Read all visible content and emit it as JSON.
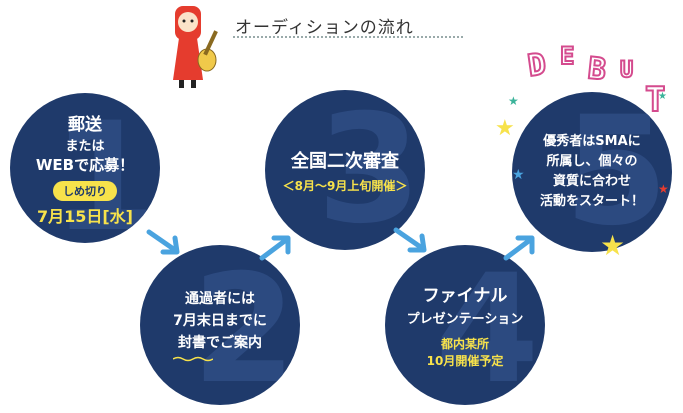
{
  "header": {
    "title": "オーディションの流れ"
  },
  "steps": [
    {
      "number": "1",
      "line1": "郵送",
      "line2": "または",
      "line3": "WEBで応募！",
      "deadline_label": "しめ切り",
      "deadline_value": "7月15日[水]"
    },
    {
      "number": "2",
      "line1": "通過者には",
      "line2": "7月末日までに",
      "line3": "封書でご案内"
    },
    {
      "number": "3",
      "line1": "全国二次審査",
      "line2": "＜8月～9月上旬開催＞"
    },
    {
      "number": "4",
      "line1": "ファイナル",
      "line2": "プレゼンテーション",
      "line3": "都内某所",
      "line4": "10月開催予定"
    },
    {
      "number": "5",
      "line1": "優秀者はSMAに",
      "line2": "所属し、個々の",
      "line3": "資質に合わせ",
      "line4": "活動をスタート！"
    }
  ],
  "debut_letters": [
    "D",
    "E",
    "B",
    "U",
    "T"
  ],
  "colors": {
    "circle": "#1f3a6b",
    "accent_yellow": "#f7e24b",
    "arrow": "#4aa3df",
    "debut_pink": "#d44b8e"
  }
}
